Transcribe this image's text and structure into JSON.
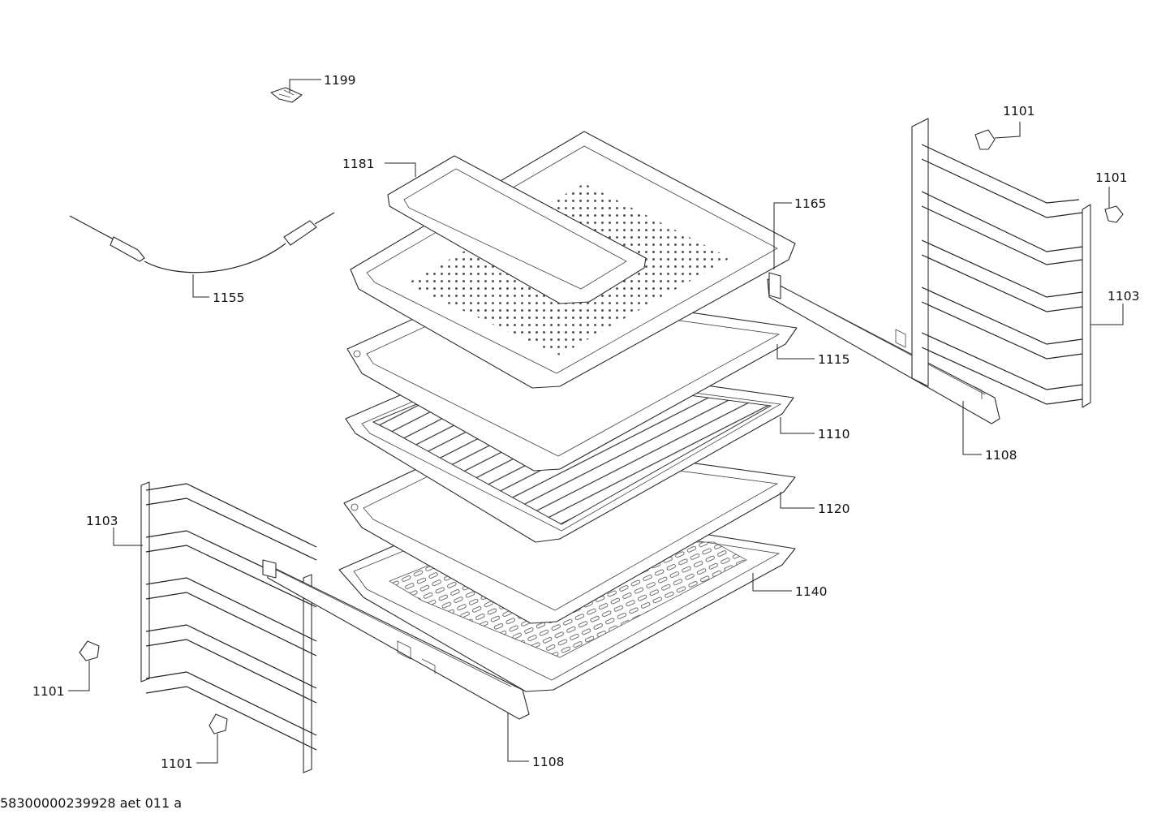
{
  "diagram": {
    "callouts": {
      "c1199": "1199",
      "c1181": "1181",
      "c1165": "1165",
      "c1155": "1155",
      "c1101_a": "1101",
      "c1101_b": "1101",
      "c1103_r": "1103",
      "c1115": "1115",
      "c1110": "1110",
      "c1108_r": "1108",
      "c1120": "1120",
      "c1103_l": "1103",
      "c1140": "1140",
      "c1101_c": "1101",
      "c1101_d": "1101",
      "c1108_l": "1108"
    },
    "footer_code": "58300000239928 aet 011 a"
  }
}
